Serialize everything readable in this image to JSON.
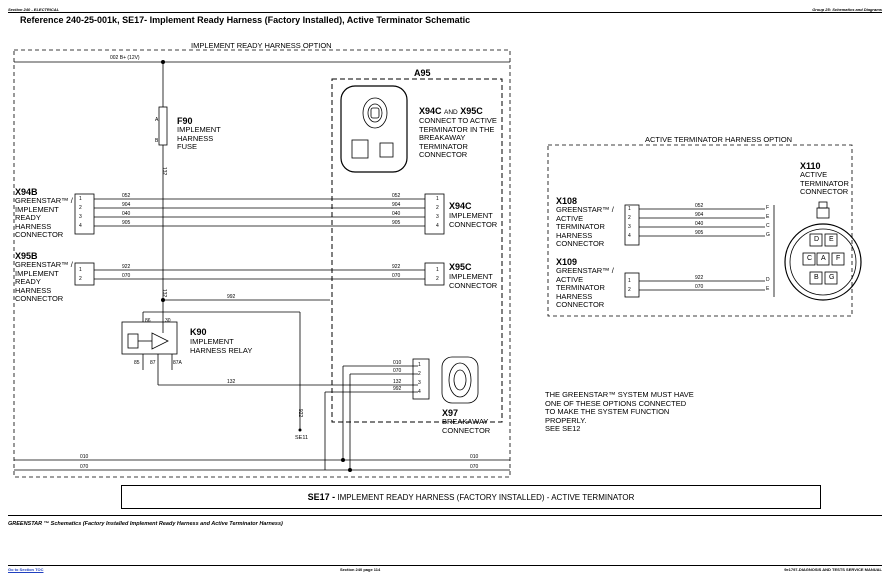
{
  "header": {
    "left": "Section 240 - ELECTRICAL",
    "right": "Group 25: Schematics and Diagrams"
  },
  "reference_title": "Reference 240-25-001k, SE17- Implement Ready Harness (Factory Installed), Active Terminator Schematic",
  "regions": {
    "implement_ready": "IMPLEMENT READY HARNESS OPTION",
    "active_terminator": "ACTIVE TERMINATOR HARNESS OPTION",
    "a95": "A95"
  },
  "power": "002 B+ (12V)",
  "components": {
    "f90": {
      "id": "F90",
      "desc": "IMPLEMENT\nHARNESS\nFUSE",
      "pin_a": "A",
      "pin_b": "B"
    },
    "x94c_x95c": {
      "id": "X94C",
      "and": "AND",
      "id2": "X95C",
      "desc": "CONNECT TO ACTIVE\nTERMINATOR IN THE\nBREAKAWAY\nTERMINATOR\nCONNECTOR"
    },
    "x94b": {
      "id": "X94B",
      "desc": "GREENSTAR™ /\nIMPLEMENT\nREADY\nHARNESS\nCONNECTOR"
    },
    "x95b": {
      "id": "X95B",
      "desc": "GREENSTAR™ /\nIMPLEMENT\nREADY\nHARNESS\nCONNECTOR"
    },
    "x94c": {
      "id": "X94C",
      "desc": "IMPLEMENT\nCONNECTOR"
    },
    "x95c": {
      "id": "X95C",
      "desc": "IMPLEMENT\nCONNECTOR"
    },
    "k90": {
      "id": "K90",
      "desc": "IMPLEMENT\nHARNESS RELAY",
      "pins": [
        "86",
        "30",
        "85",
        "87",
        "87A"
      ]
    },
    "x97": {
      "id": "X97",
      "desc": "BREAKAWAY\nCONNECTOR"
    },
    "x108": {
      "id": "X108",
      "desc": "GREENSTAR™ /\nACTIVE\nTERMINATOR\nHARNESS\nCONNECTOR"
    },
    "x109": {
      "id": "X109",
      "desc": "GREENSTAR™ /\nACTIVE\nTERMINATOR\nHARNESS\nCONNECTOR"
    },
    "x110": {
      "id": "X110",
      "desc": "ACTIVE\nTERMINATOR\nCONNECTOR",
      "cavities": [
        "D",
        "E",
        "C",
        "A",
        "F",
        "B",
        "G"
      ]
    }
  },
  "wires": {
    "x94": [
      "052",
      "904",
      "040",
      "905"
    ],
    "x95": [
      "922",
      "070"
    ],
    "w132": "132",
    "w992": "992",
    "w922": "922",
    "x97": [
      "010",
      "070",
      "132",
      "992"
    ],
    "ground": [
      "010",
      "070"
    ],
    "x108": [
      "052",
      "904",
      "040",
      "905"
    ],
    "x109": [
      "922",
      "070"
    ]
  },
  "pins": {
    "four": [
      "1",
      "2",
      "3",
      "4"
    ],
    "two": [
      "1",
      "2"
    ],
    "x108_letters": [
      "F",
      "E",
      "C",
      "G"
    ],
    "x109_letters": [
      "D",
      "E"
    ]
  },
  "se11": "SE11",
  "note": "THE GREENSTAR™ SYSTEM MUST HAVE\nONE OF THESE OPTIONS CONNECTED\nTO MAKE THE SYSTEM FUNCTION\nPROPERLY.\nSEE SE12",
  "title_block": {
    "code": "SE17 -",
    "text": "IMPLEMENT READY HARNESS (FACTORY INSTALLED) - ACTIVE TERMINATOR"
  },
  "footer_caption": "GREENSTAR ™ Schematics (Factory Installed Implement Ready Harness and Active Terminator Harness)",
  "bottom": {
    "link": "Go to Section TOC",
    "page": "Section 240 page 114",
    "manual": "9e1797-DIAGNOSIS AND TESTS SERVICE MANUAL"
  }
}
